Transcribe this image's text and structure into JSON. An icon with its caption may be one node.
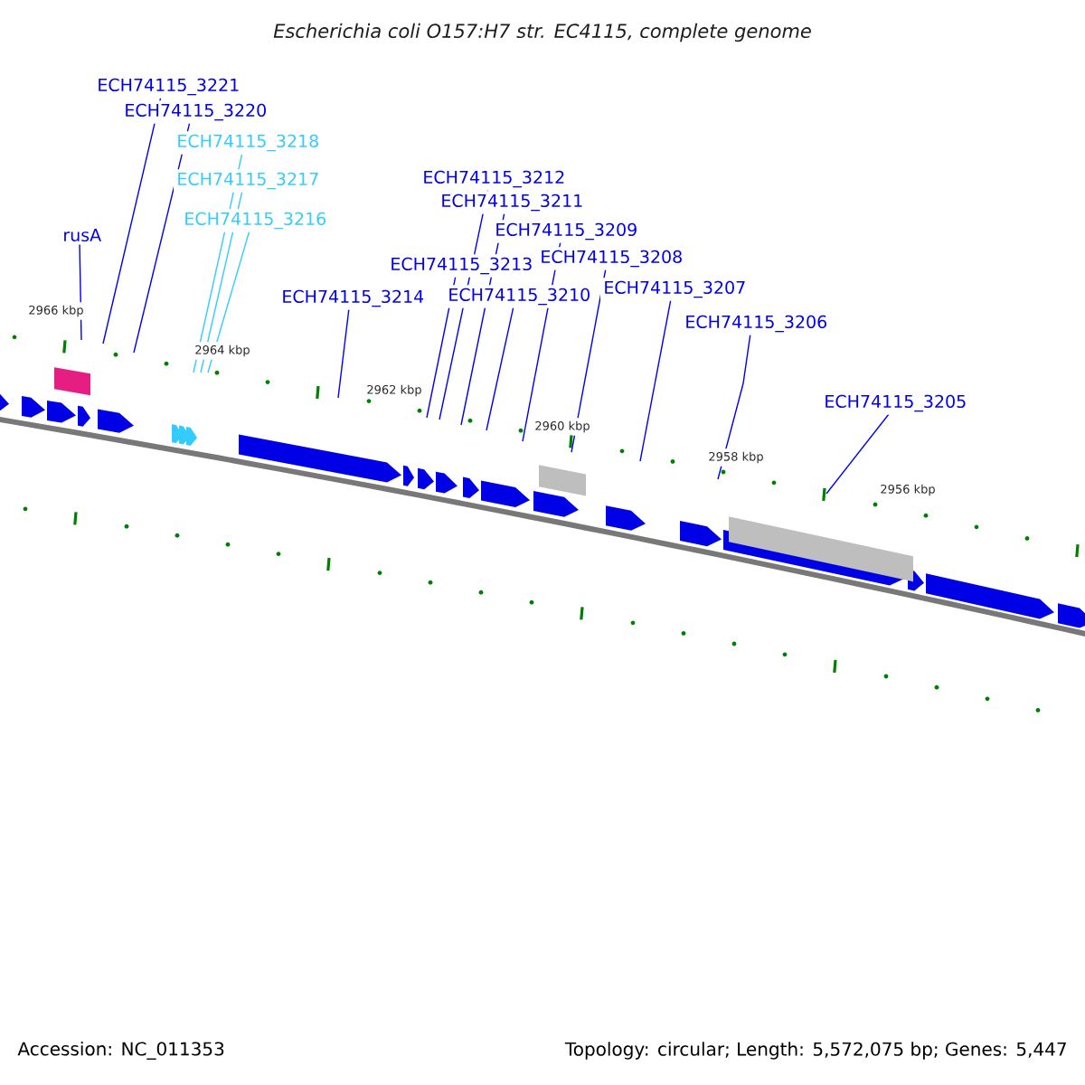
{
  "diagram": {
    "title": "Escherichia coli O157:H7 str. EC4115, complete genome",
    "nodes": [
      {
        "text": [
          "ECH74115_3221"
        ]
      },
      {
        "text": [
          "ECH74115_3220"
        ]
      },
      {
        "text": [
          "ECH74115_3218"
        ]
      },
      {
        "text": [
          "ECH74115_3217"
        ]
      },
      {
        "text": [
          "ECH74115_3216"
        ]
      },
      {
        "text": [
          "rusA"
        ]
      },
      {
        "text": [
          "ECH74115_3212"
        ]
      },
      {
        "text": [
          "ECH74115_3211"
        ]
      },
      {
        "text": [
          "ECH74115_3209"
        ]
      },
      {
        "text": [
          "ECH74115_3213"
        ]
      },
      {
        "text": [
          "ECH74115_3208"
        ]
      },
      {
        "text": [
          "ECH74115_3214"
        ]
      },
      {
        "text": [
          "ECH74115_3210"
        ]
      },
      {
        "text": [
          "ECH74115_3207"
        ]
      },
      {
        "text": [
          "ECH74115_3206"
        ]
      },
      {
        "text": [
          "ECH74115_3205"
        ]
      }
    ],
    "edges": [
      {
        "from": 0,
        "to": null,
        "arrow": "none"
      },
      {
        "from": 1,
        "to": null,
        "arrow": "none"
      },
      {
        "from": 2,
        "to": null,
        "arrow": "none",
        "color": "#33ccff"
      },
      {
        "from": 3,
        "to": null,
        "arrow": "none",
        "color": "#33ccff"
      },
      {
        "from": 4,
        "to": null,
        "arrow": "none",
        "color": "#33ccff"
      },
      {
        "from": 5,
        "to": null,
        "arrow": "none"
      },
      {
        "from": 6,
        "to": null,
        "arrow": "none"
      },
      {
        "from": 7,
        "to": null,
        "arrow": "none"
      },
      {
        "from": 8,
        "to": null,
        "arrow": "none"
      },
      {
        "from": 9,
        "to": null,
        "arrow": "none"
      },
      {
        "from": 10,
        "to": null,
        "arrow": "none"
      },
      {
        "from": 11,
        "to": null,
        "arrow": "none"
      },
      {
        "from": 12,
        "to": null,
        "arrow": "none"
      },
      {
        "from": 13,
        "to": null,
        "arrow": "none"
      },
      {
        "from": 14,
        "to": null,
        "arrow": "none"
      },
      {
        "from": 15,
        "to": null,
        "arrow": "none"
      }
    ],
    "labels": [
      "2966 kbp",
      "2964 kbp",
      "2962 kbp",
      "2960 kbp",
      "2958 kbp",
      "2956 kbp",
      "Accession: NC_011353",
      "Topology: circular; Length: 5,572,075 bp; Genes: 5,447"
    ]
  }
}
